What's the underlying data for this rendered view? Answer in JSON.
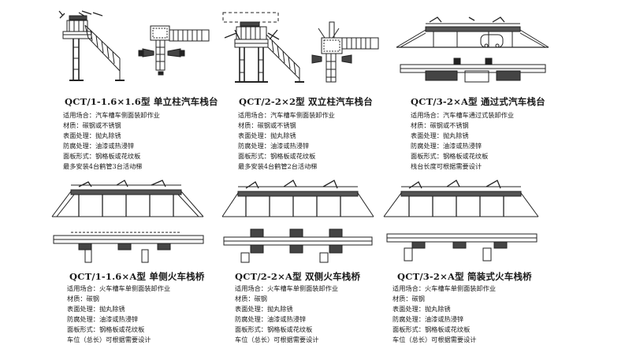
{
  "panels": [
    {
      "title": "QCT/1-1.6×1.6型 单立柱汽车栈台",
      "specs": [
        "适用场合：汽车槽车侧面装卸作业",
        "材质：碳钢或不锈钢",
        "表面处理：抛丸除锈",
        "防腐处理：油漆或热浸锌",
        "面板形式：钢格板或花纹板",
        "最多安装4台鹤管3台活动梯"
      ]
    },
    {
      "title": "QCT/2-2×2型 双立柱汽车栈台",
      "specs": [
        "适用场合：汽车槽车侧面装卸作业",
        "材质：碳钢或不锈钢",
        "表面处理：抛丸除锈",
        "防腐处理：油漆或热浸锌",
        "面板形式：钢格板或花纹板",
        "最多安装4台鹤管2台活动梯"
      ]
    },
    {
      "title": "QCT/3-2×A型 通过式汽车栈台",
      "specs": [
        "适用场合：汽车槽车通过式装卸作业",
        "材质：碳钢或不锈钢",
        "表面处理：抛丸除锈",
        "防腐处理：油漆或热浸锌",
        "面板形式：钢格板或花纹板",
        "栈台长度可根据需要设计"
      ]
    },
    {
      "title": "QCT/1-1.6×A型 单侧火车栈桥",
      "specs": [
        "适用场合：火车槽车单侧面装卸作业",
        "材质：碳钢",
        "表面处理：抛丸除锈",
        "防腐处理：油漆或热浸锌",
        "面板形式：钢格板或花纹板",
        "车位（总长）可根据需要设计"
      ]
    },
    {
      "title": "QCT/2-2×A型 双侧火车栈桥",
      "specs": [
        "适用场合：火车槽车单侧面装卸作业",
        "材质：碳钢",
        "表面处理：抛丸除锈",
        "防腐处理：油漆或热浸锌",
        "面板形式：钢格板或花纹板",
        "车位（总长）可根据需要设计"
      ]
    },
    {
      "title": "QCT/3-2×A型 简装式火车栈桥",
      "specs": [
        "适用场合：火车槽车单侧面装卸作业",
        "材质：碳钢",
        "表面处理：抛丸除锈",
        "防腐处理：油漆或热浸锌",
        "面板形式：钢格板或花纹板",
        "车位（总长）可根据需要设计"
      ]
    }
  ]
}
